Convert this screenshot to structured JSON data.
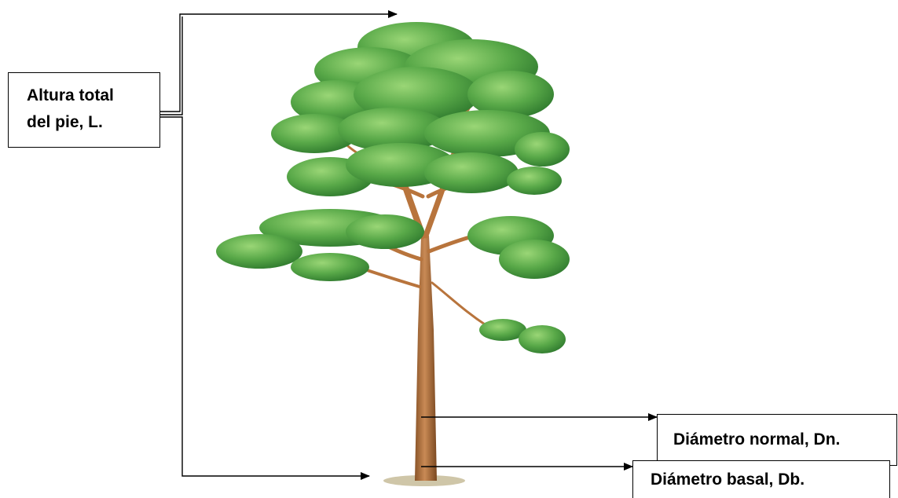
{
  "labels": {
    "total_height_line1": "Altura total",
    "total_height_line2": "del pie, L.",
    "normal_diameter": "Diámetro normal, Dn.",
    "basal_diameter": "Diámetro basal, Db."
  },
  "colors": {
    "foliage_dark": "#3f8f3a",
    "foliage_mid": "#58a848",
    "foliage_light": "#8fcf6a",
    "trunk": "#b8743c",
    "trunk_shadow": "#8a5428",
    "branch": "#c98a55",
    "ground": "#cfc6a8",
    "line": "#000000"
  },
  "illustration": "tree-icon"
}
